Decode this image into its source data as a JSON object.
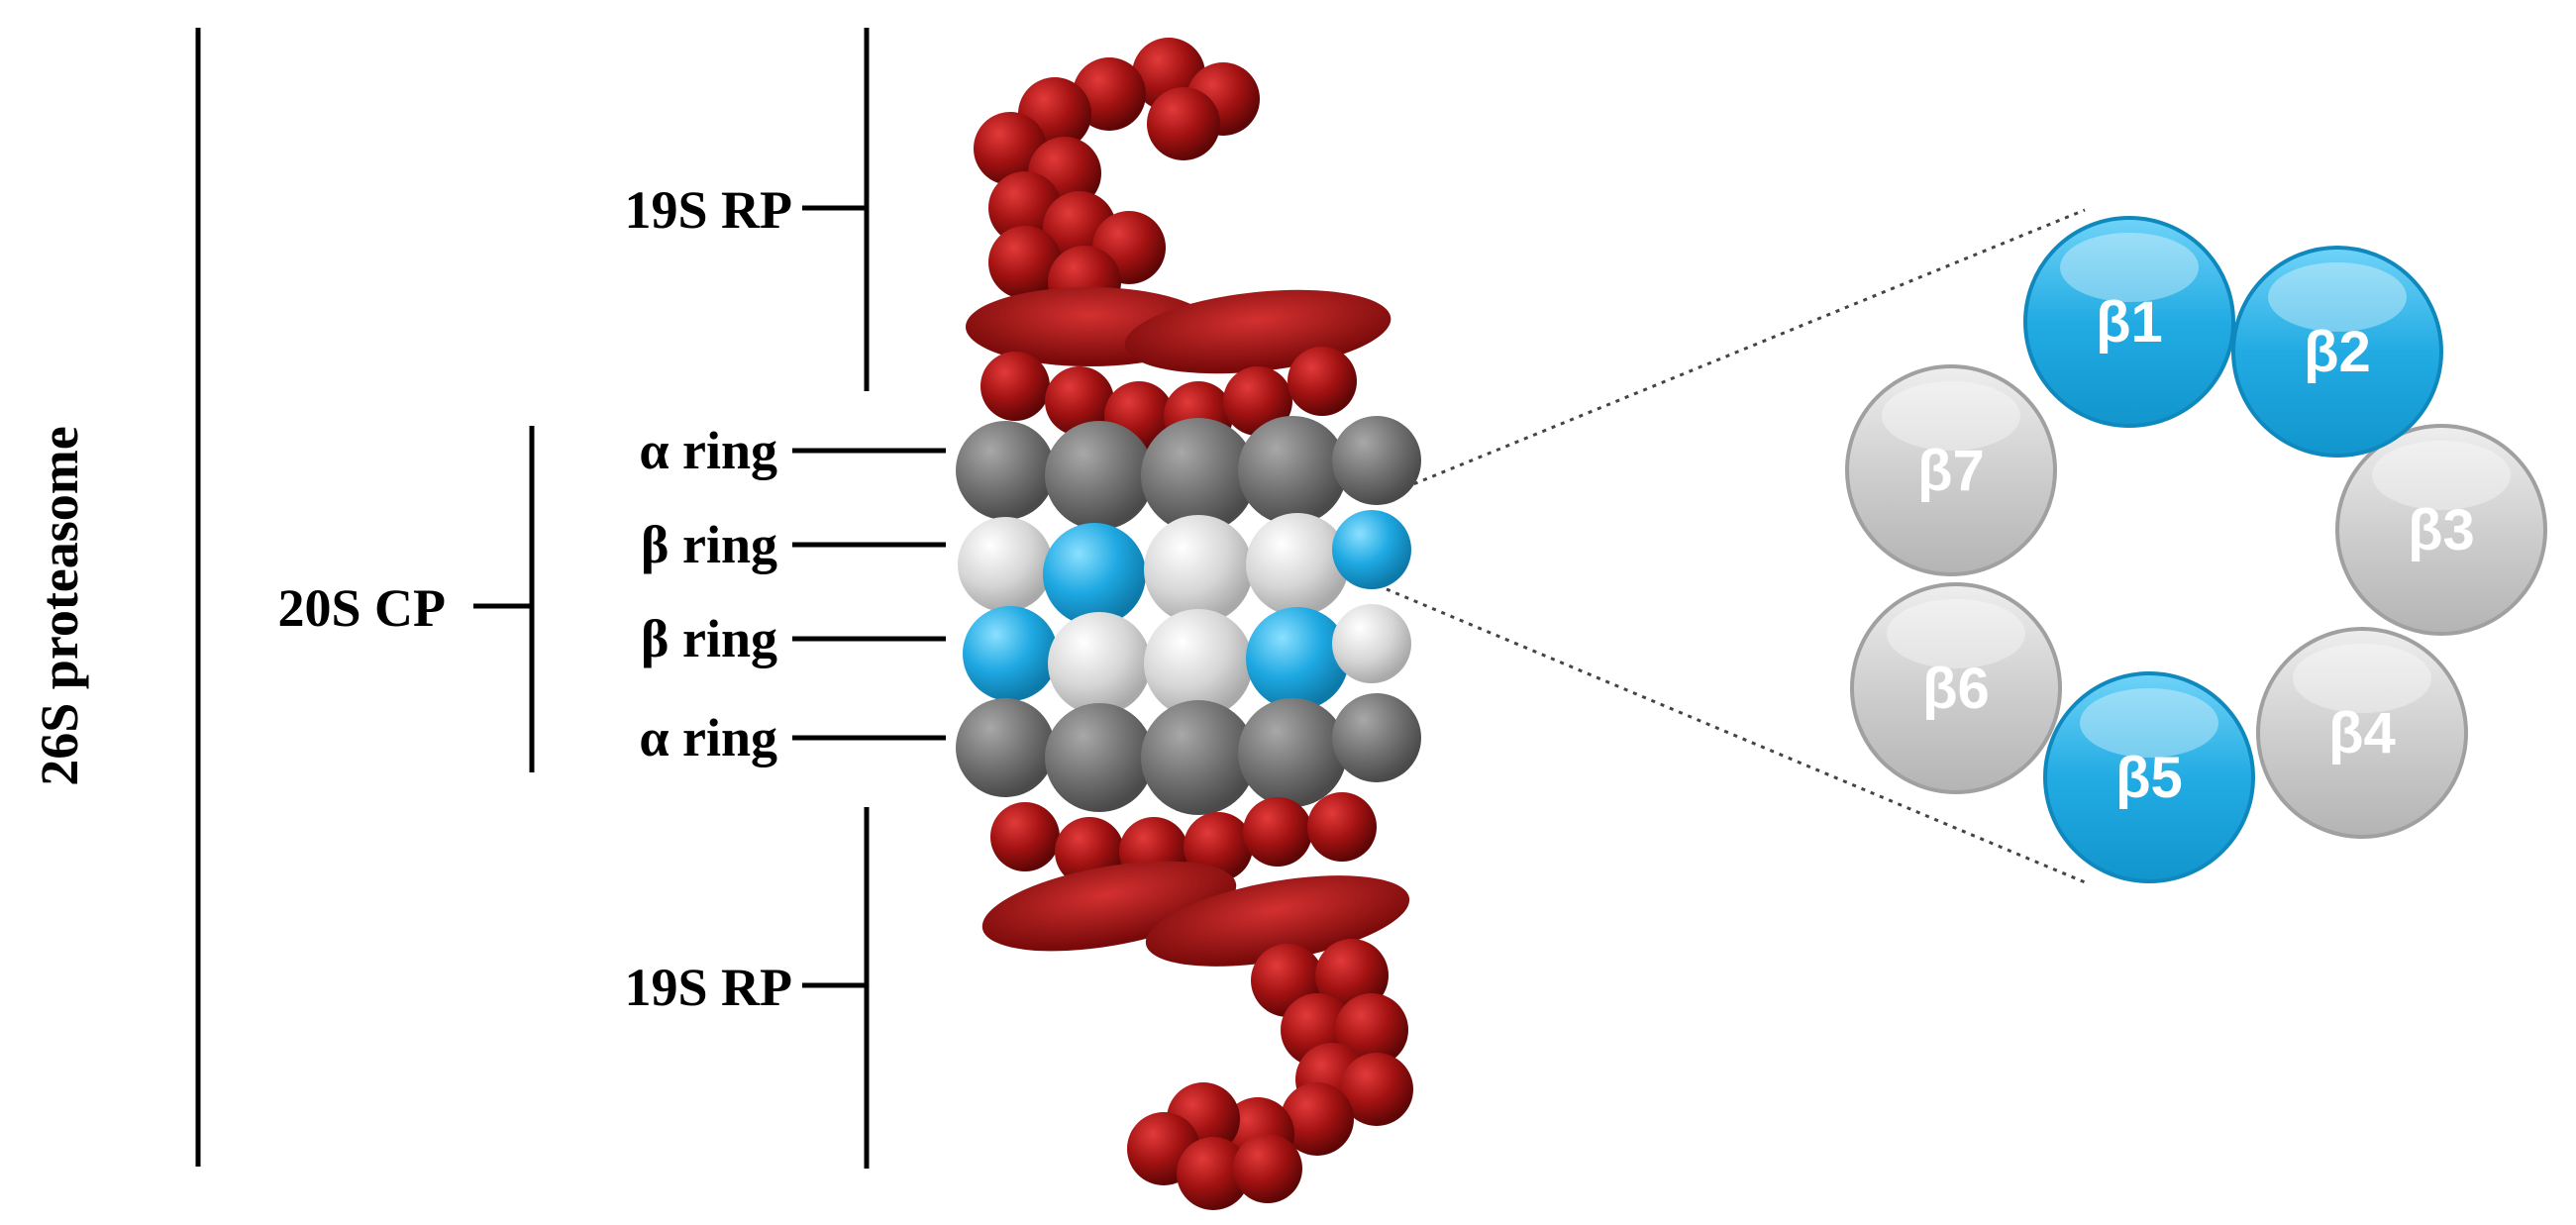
{
  "labels": {
    "outer": "26S proteasome",
    "rp_top": "19S RP",
    "cp": "20S CP",
    "alpha_top": "α ring",
    "beta_top": "β ring",
    "beta_bottom": "β ring",
    "alpha_bottom": "α ring",
    "rp_bottom": "19S RP"
  },
  "subunits": [
    {
      "label": "β1",
      "active": true
    },
    {
      "label": "β2",
      "active": true
    },
    {
      "label": "β3",
      "active": false
    },
    {
      "label": "β4",
      "active": false
    },
    {
      "label": "β5",
      "active": true
    },
    {
      "label": "β6",
      "active": false
    },
    {
      "label": "β7",
      "active": false
    }
  ],
  "colors": {
    "rp_red": "#a01010",
    "alpha_gray": "#6e6e6e",
    "beta_light": "#d8d8d8",
    "active_blue": "#1aa6e0",
    "inactive_gray": "#c8c8c8"
  }
}
